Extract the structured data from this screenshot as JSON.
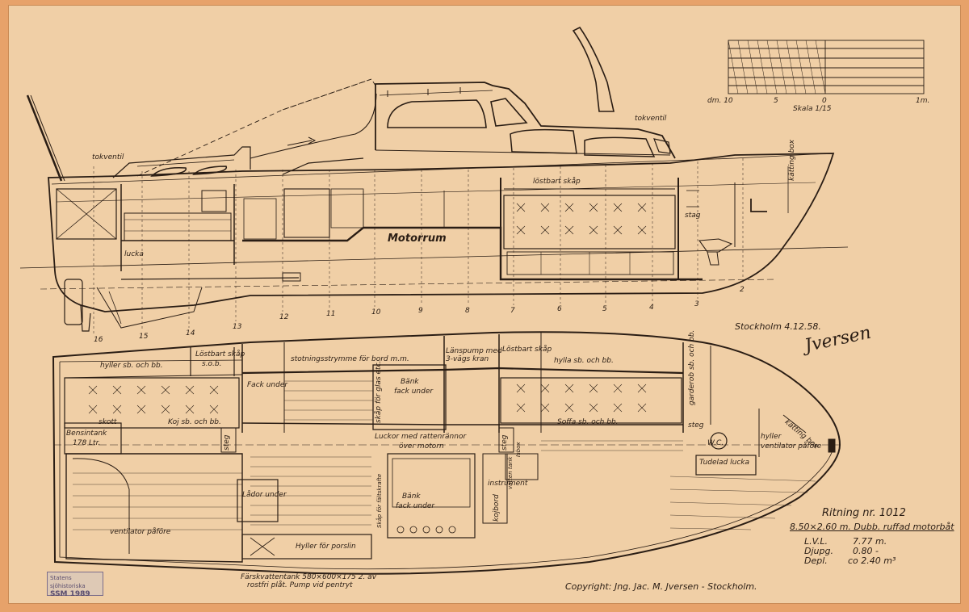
{
  "labels": {
    "tokventil_aft": "tokventil",
    "tokventil_fwd": "tokventil",
    "motorrum": "Motorrum",
    "losbart_skap_profile": "löstbart skåp",
    "kattingbox": "kätting box",
    "stag": "stag",
    "lucka": "lucka",
    "frames": [
      "16",
      "15",
      "14",
      "13",
      "12",
      "11",
      "10",
      "9",
      "8",
      "7",
      "6",
      "5",
      "4",
      "3",
      "2"
    ],
    "date": "Stockholm 4.12.58.",
    "signature": "Jversen",
    "scale_left": "dm. 10",
    "scale_5": "5",
    "scale_0": "0",
    "scale_text": "Skala 1/15",
    "scale_right": "1m."
  },
  "plan_labels": {
    "hyller": "hyller sb. och bb.",
    "losbart_skap": "Löstbart skåp",
    "losbart_skap_sub": "s.o.b.",
    "stotnings": "stotningsstrymme för bord m.m.",
    "lanspump": "Länspump med",
    "lanspump2": "3-vägs kran",
    "losbart_skap2": "Löstbart skåp",
    "hylla": "hylla sb. och bb.",
    "garderob": "garderob sb. och bb.",
    "fack_under": "Fack under",
    "bank1": "Bänk",
    "bank1_sub": "fack under",
    "skap_glas": "skåp för glas etc.",
    "skott": "skott",
    "koj": "Koj sb. och bb.",
    "soffa": "Soffa sb. och bb.",
    "bensintank": "Bensintank",
    "bensintank_vol": "178 Ltr.",
    "steg1": "steg",
    "luckor": "Luckor med rattenrännor",
    "luckor2": "över motorn",
    "steg2": "steg",
    "steg3": "steg",
    "wc": "W.C.",
    "tudelad": "Tudelad lucka",
    "hyller2": "hyller",
    "ventilator2": "ventilator påföre",
    "kattingbox2": "kätting box",
    "isbox": "Isbox",
    "instrument": "instrument",
    "bank2": "Bänk",
    "bank2_sub": "fack under",
    "lador": "Lådor under",
    "kojbord": "kojbord",
    "vatten": "vatten tank",
    "skap_faltskrafte": "Skåp för fältskrafte",
    "ventilator": "ventilator påföre",
    "hyller_porslin": "Hyller för porslin",
    "farskvatten": "Färskvattentank 580×600×175 2. av",
    "farskvatten2": "rostfri plåt. Pump vid pentryt"
  },
  "title_block": {
    "ritning": "Ritning nr. 1012",
    "desc": "8.50×2.60 m. Dubb. ruffad motorbåt",
    "lvl_k": "L.V.L.",
    "lvl_v": "7.77 m.",
    "djup_k": "Djupg.",
    "djup_v": "0.80 -",
    "depl_k": "Depl.",
    "depl_v": "co 2.40 m³"
  },
  "copyright": "Copyright: Jng. Jac. M. Jversen - Stockholm.",
  "stamp": {
    "line1": "Statens sjöhistoriska",
    "line2": "SSM 1989"
  },
  "colors": {
    "paper": "#f0cfa6",
    "border": "#e7a26a",
    "ink": "#2a1d14"
  }
}
